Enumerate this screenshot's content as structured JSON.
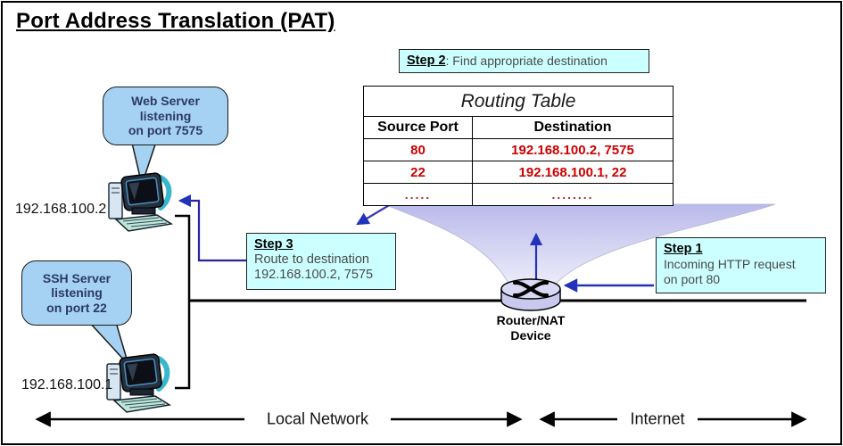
{
  "title": "Port Address Translation (PAT)",
  "steps": {
    "s1": {
      "label": "Step 1",
      "line1": "Incoming HTTP request",
      "line2": "on port 80"
    },
    "s2": {
      "label": "Step 2",
      "rest": ": Find appropriate destination"
    },
    "s3": {
      "label": "Step 3",
      "line1": "Route to destination",
      "line2": "192.168.100.2, 7575"
    }
  },
  "table": {
    "title": "Routing Table",
    "col1": "Source Port",
    "col2": "Destination",
    "rows": [
      {
        "port": "80",
        "dest": "192.168.100.2, 7575"
      },
      {
        "port": "22",
        "dest": "192.168.100.1, 22"
      },
      {
        "port": ".....",
        "dest": "........"
      }
    ]
  },
  "web_bubble": {
    "line1": "Web Server",
    "line2": "listening",
    "line3": "on port 7575"
  },
  "ssh_bubble": {
    "line1": "SSH Server",
    "line2": "listening",
    "line3": "on port 22"
  },
  "hosts": {
    "web_ip": "192.168.100.2",
    "ssh_ip": "192.168.100.1"
  },
  "router": {
    "line1": "Router/NAT",
    "line2": "Device"
  },
  "zones": {
    "local": "Local Network",
    "internet": "Internet"
  },
  "icons": {
    "router": "router-crossed-x-icon",
    "computer": "desktop-computer-icon"
  },
  "colors": {
    "step_box_bg": "#ccffff",
    "bubble_bg": "#a5d2f2",
    "table_value_red": "#cc0000",
    "dots_red": "#993333",
    "arrow_blue": "#2233bb",
    "funnel_lavender": "#bdbdec",
    "router_fill": "#c9c9ef"
  }
}
